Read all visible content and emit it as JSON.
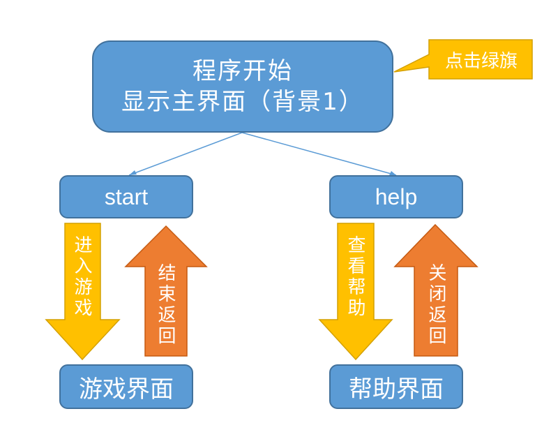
{
  "main_box": {
    "line1": "程序开始",
    "line2": "显示主界面（背景1）"
  },
  "callout": {
    "text": "点击绿旗"
  },
  "start_box": {
    "label": "start"
  },
  "help_box": {
    "label": "help"
  },
  "game_box": {
    "label": "游戏界面"
  },
  "helpui_box": {
    "label": "帮助界面"
  },
  "arrows": {
    "enter_game": "进入游戏",
    "end_return": "结束返回",
    "view_help": "查看帮助",
    "close_return": "关闭返回"
  },
  "colors": {
    "box_fill": "#5b9bd5",
    "box_border": "#41719c",
    "down_arrow": "#ffc000",
    "up_arrow": "#ed7d31",
    "callout_fill": "#ffc000"
  }
}
